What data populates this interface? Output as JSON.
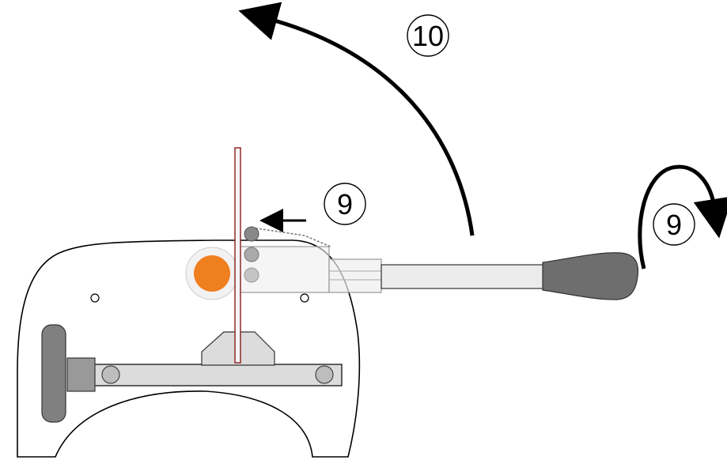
{
  "callouts": {
    "lever_lift": "10",
    "clamp_push": "9",
    "handle_turn": "9"
  },
  "colors": {
    "outline": "#000000",
    "frame_fill": "#ffffff",
    "grey_part": "#dcdcdc",
    "dark_grey": "#808080",
    "handle_grey": "#6e6e6e",
    "pivot_orange": "#f07f20",
    "blade_red": "#8b1a1a",
    "arrow_black": "#000000"
  }
}
